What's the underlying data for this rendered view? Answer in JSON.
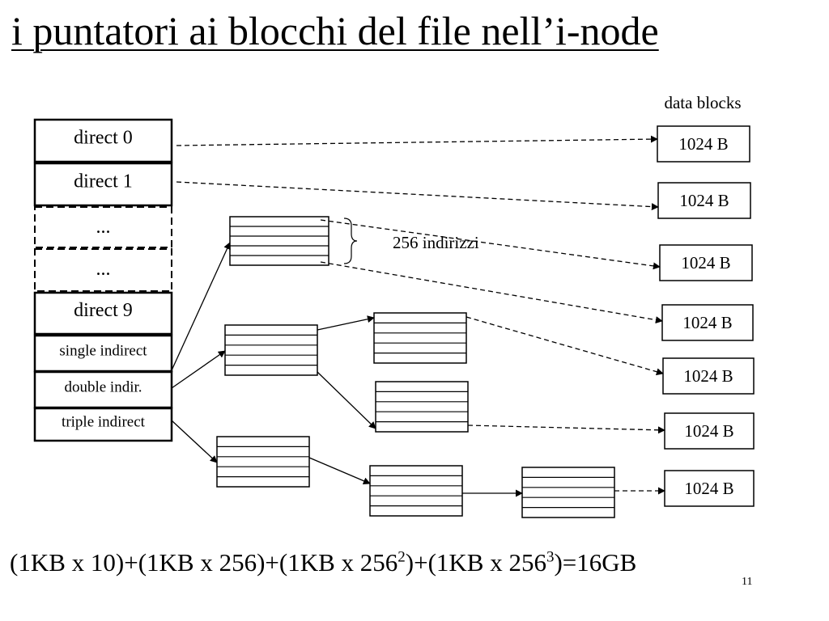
{
  "title": "i puntatori ai blocchi del file nell’i-node",
  "inode_entries": [
    {
      "label": "direct 0",
      "style": "solid"
    },
    {
      "label": "direct 1",
      "style": "solid"
    },
    {
      "label": "...",
      "style": "dashed"
    },
    {
      "label": "...",
      "style": "dashed"
    },
    {
      "label": "direct 9",
      "style": "solid"
    },
    {
      "label": "single indirect",
      "style": "solid"
    },
    {
      "label": "double indir.",
      "style": "solid"
    },
    {
      "label": "triple indirect",
      "style": "solid"
    }
  ],
  "data_blocks_label": "data blocks",
  "data_blocks": [
    "1024 B",
    "1024 B",
    "1024 B",
    "1024 B",
    "1024 B",
    "1024 B",
    "1024 B"
  ],
  "brace_label": "256 indirizzi",
  "formula": {
    "part1": "(1KB x 10)+(1KB x 256)+(1KB x 256",
    "exp1": "2",
    "part2": ")+(1KB x 256",
    "exp2": "3",
    "part3": ")=16GB"
  },
  "page_number": "11"
}
